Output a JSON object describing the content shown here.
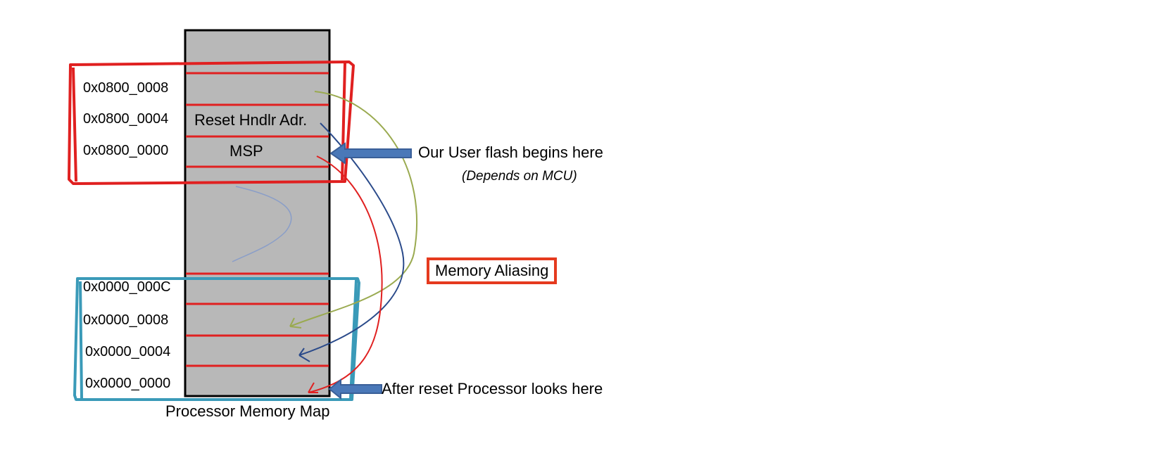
{
  "diagram": {
    "caption": "Processor Memory Map",
    "flash_region": {
      "color": "#e02020",
      "addresses": [
        "0x0800_0008",
        "0x0800_0004",
        "0x0800_0000"
      ],
      "cells": [
        "",
        "Reset Hndlr Adr.",
        "MSP"
      ]
    },
    "alias_region": {
      "color": "#3a9ab8",
      "addresses": [
        "0x0000_000C",
        "0x0000_0008",
        "0x0000_0004",
        "0x0000_0000"
      ]
    },
    "notes": {
      "flash_begin": "Our User flash begins here",
      "flash_begin_sub": "(Depends on MCU)",
      "aliasing": "Memory Aliasing",
      "after_reset": "After reset Processor looks here"
    },
    "colors": {
      "memory_column": "#b8b8b8",
      "row_line": "#e02020",
      "pointer_arrow": "#4a78b8",
      "curve_green": "#9aaa50",
      "curve_blue": "#2a4a8a",
      "curve_red": "#e02020",
      "aliasing_box": "#e53a1e"
    }
  }
}
